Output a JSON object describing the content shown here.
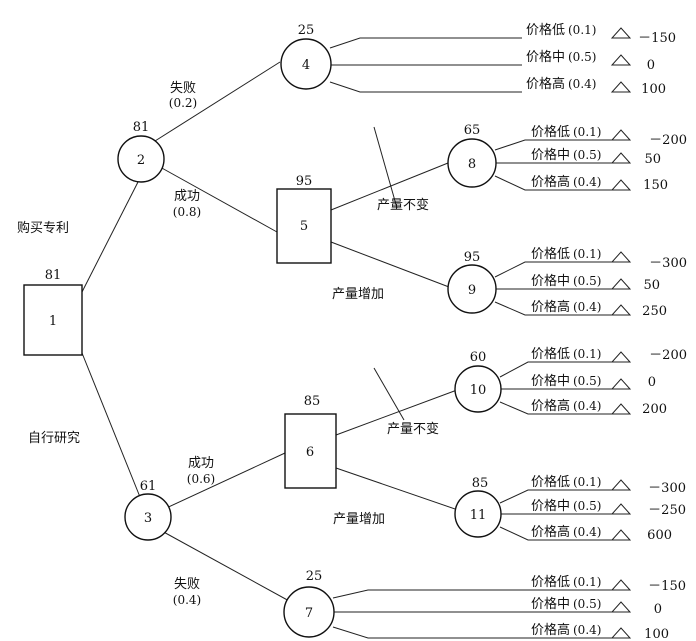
{
  "nodes": {
    "n1": {
      "label": "1",
      "value": "81"
    },
    "n2": {
      "label": "2",
      "value": "81"
    },
    "n3": {
      "label": "3",
      "value": "61"
    },
    "n4": {
      "label": "4",
      "value": "25"
    },
    "n5": {
      "label": "5",
      "value": "95"
    },
    "n6": {
      "label": "6",
      "value": "85"
    },
    "n7": {
      "label": "7",
      "value": "25"
    },
    "n8": {
      "label": "8",
      "value": "65"
    },
    "n9": {
      "label": "9",
      "value": "95"
    },
    "n10": {
      "label": "10",
      "value": "60"
    },
    "n11": {
      "label": "11",
      "value": "85"
    }
  },
  "branches": {
    "buy_patent": "购买专利",
    "self_research": "自行研究",
    "fail_a": "失败",
    "fail_a_prob": "(0.2)",
    "success_a": "成功",
    "success_a_prob": "(0.8)",
    "success_b": "成功",
    "success_b_prob": "(0.6)",
    "fail_b": "失败",
    "fail_b_prob": "(0.4)",
    "output_same_5": "产量不变",
    "output_up_5": "产量增加",
    "output_same_6": "产量不变",
    "output_up_6": "产量增加"
  },
  "outcomes": {
    "low": "价格低",
    "mid": "价格中",
    "high": "价格高",
    "p_low": "(0.1)",
    "p_mid": "(0.5)",
    "p_high": "(0.4)"
  },
  "payoffs": {
    "n4": [
      "－150",
      "0",
      "100"
    ],
    "n8": [
      "－200",
      "50",
      "150"
    ],
    "n9": [
      "－300",
      "50",
      "250"
    ],
    "n10": [
      "－200",
      "0",
      "200"
    ],
    "n11": [
      "－300",
      "－250",
      "600"
    ],
    "n7": [
      "－150",
      "0",
      "100"
    ]
  }
}
